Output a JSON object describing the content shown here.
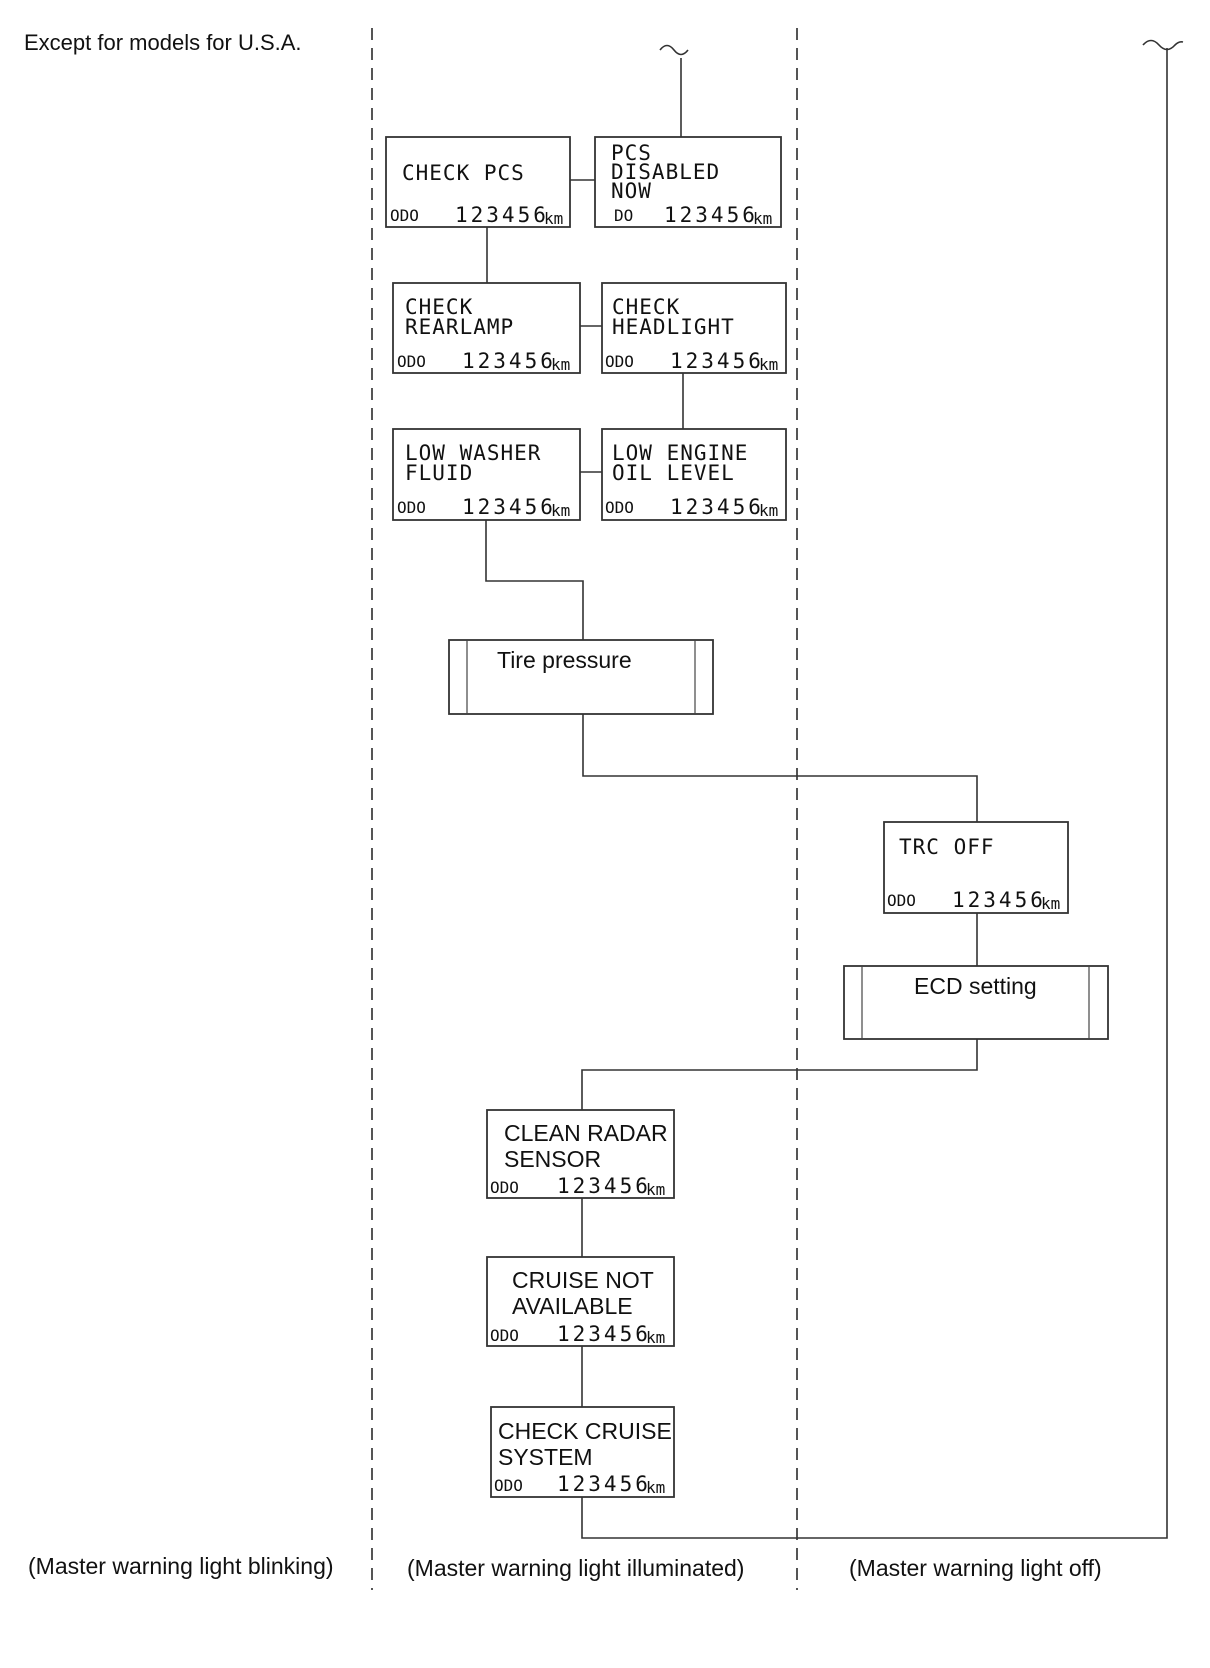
{
  "header": {
    "note": "Except for models for U.S.A."
  },
  "zones": {
    "blinking": "(Master warning light blinking)",
    "illuminated": "(Master warning light illuminated)",
    "off": "(Master warning light off)"
  },
  "odometer": {
    "label": "ODO",
    "label_alt": "DO",
    "value": "123456",
    "unit": "km"
  },
  "messages": {
    "check_pcs": [
      "CHECK  PCS"
    ],
    "pcs_disabled": [
      "PCS",
      "DISABLED",
      "NOW"
    ],
    "check_rearlamp": [
      "CHECK",
      "REARLAMP"
    ],
    "check_headlight": [
      "CHECK",
      "HEADLIGHT"
    ],
    "low_washer": [
      "LOW  WASHER",
      "FLUID"
    ],
    "low_engine_oil": [
      "LOW  ENGINE",
      "OIL  LEVEL"
    ],
    "trc_off": [
      "TRC  OFF"
    ],
    "clean_radar": [
      "CLEAN RADAR",
      "SENSOR"
    ],
    "cruise_not_available": [
      "CRUISE NOT",
      "AVAILABLE"
    ],
    "check_cruise": [
      "CHECK CRUISE",
      "SYSTEM"
    ]
  },
  "procedures": {
    "tire_pressure": "Tire pressure",
    "ecd_setting": "ECD setting"
  }
}
